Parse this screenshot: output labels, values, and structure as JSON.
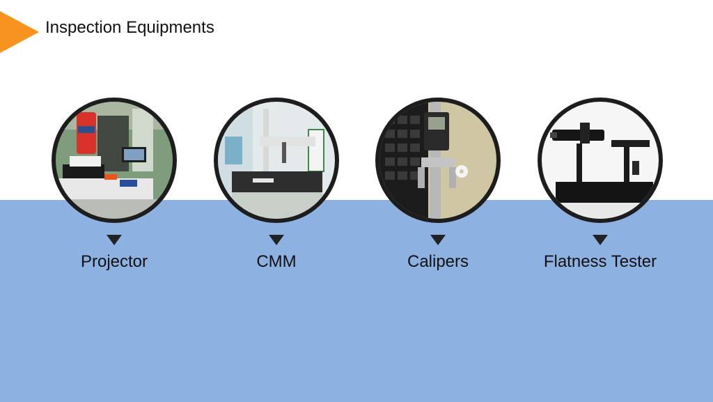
{
  "page": {
    "title": "Inspection Equipments",
    "colors": {
      "accent": "#f7931e",
      "band": "#8db1e1",
      "ring": "#1d1d1d"
    }
  },
  "items": [
    {
      "label": "Projector",
      "icon": "projector-photo"
    },
    {
      "label": "CMM",
      "icon": "cmm-photo"
    },
    {
      "label": "Calipers",
      "icon": "calipers-photo"
    },
    {
      "label": "Flatness Tester",
      "icon": "flatness-tester-photo"
    }
  ]
}
